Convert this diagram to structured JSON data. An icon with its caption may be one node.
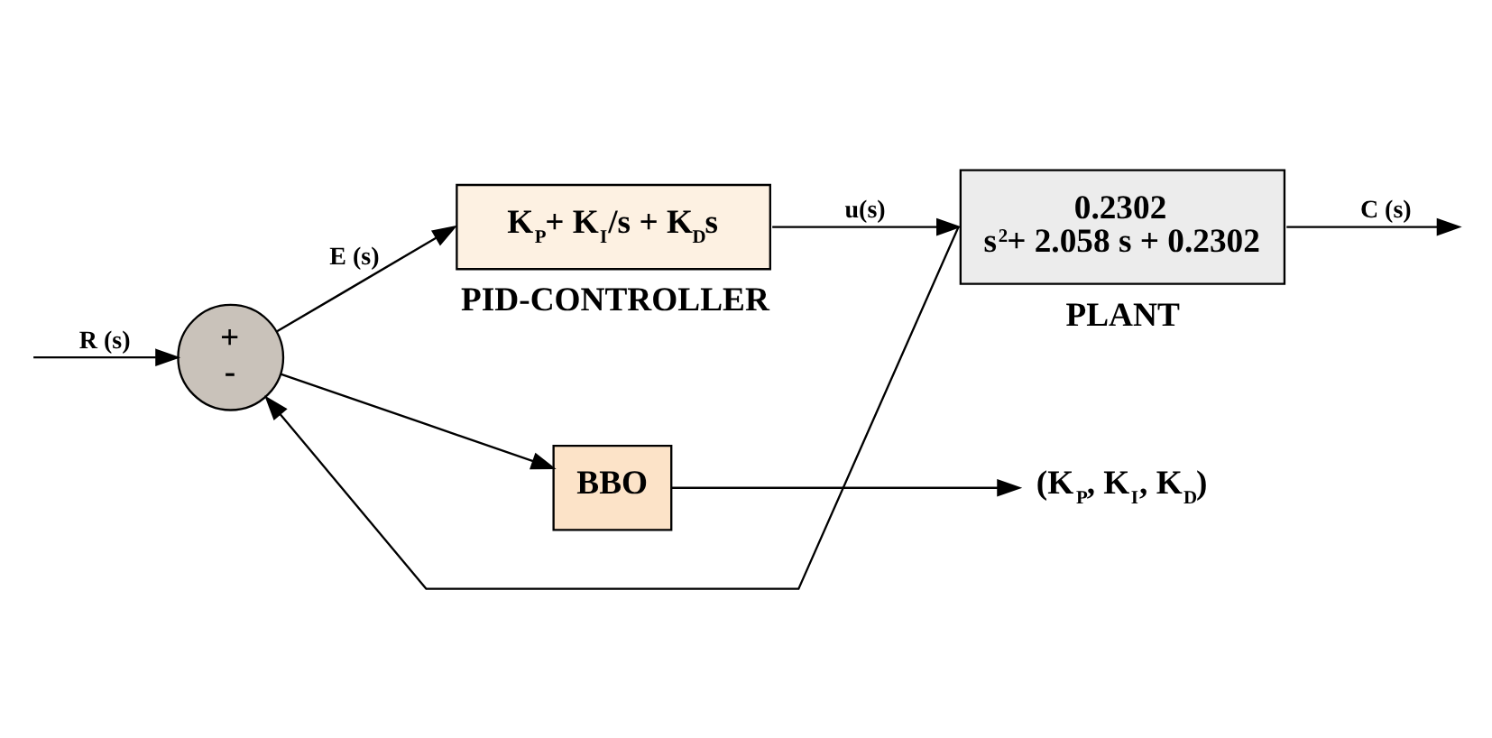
{
  "diagram": {
    "nodes": [
      {
        "text": [
          "+",
          "-"
        ]
      },
      {
        "text": [
          "K$_{P}$+ K$_{I}$/s + K$_{D}$s"
        ],
        "beside": [
          "PID-CONTROLLER"
        ]
      },
      {
        "text": [
          "0.2302",
          "s$^{2}$+ 2.058 s + 0.2302"
        ],
        "beside": [
          "PLANT"
        ]
      },
      {
        "text": [
          "BBO"
        ]
      },
      {
        "text": [
          "(K$_{P}$, K$_{I}$, K$_{D}$)"
        ]
      }
    ],
    "edges": [
      {
        "from": null,
        "to": 0,
        "arrow": "to",
        "label": "R (s)"
      },
      {
        "from": 0,
        "to": 1,
        "arrow": "to",
        "label": "E (s)"
      },
      {
        "from": 1,
        "to": 2,
        "arrow": "to",
        "label": "u(s)"
      },
      {
        "from": 2,
        "to": null,
        "arrow": "to",
        "label": "C (s)"
      },
      {
        "from": 0,
        "to": 3,
        "arrow": "to"
      },
      {
        "from": 3,
        "to": 4,
        "arrow": "to"
      },
      {
        "from": 2,
        "to": 0,
        "arrow": "to"
      }
    ]
  }
}
